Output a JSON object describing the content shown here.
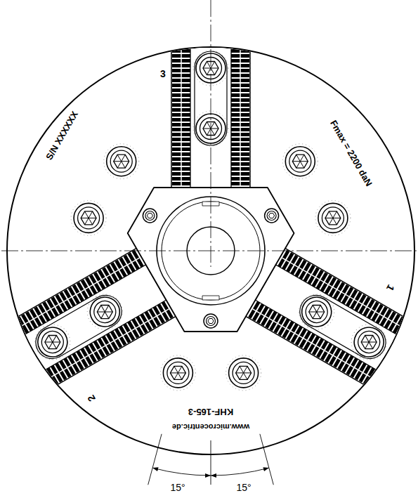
{
  "diagram": {
    "labels": [
      "3",
      "Fmax = 2200 daN",
      "S/N XXXXXX",
      "1",
      "2",
      "KHF-165-3",
      "www.microcentric.de",
      "15°",
      "15°"
    ]
  }
}
